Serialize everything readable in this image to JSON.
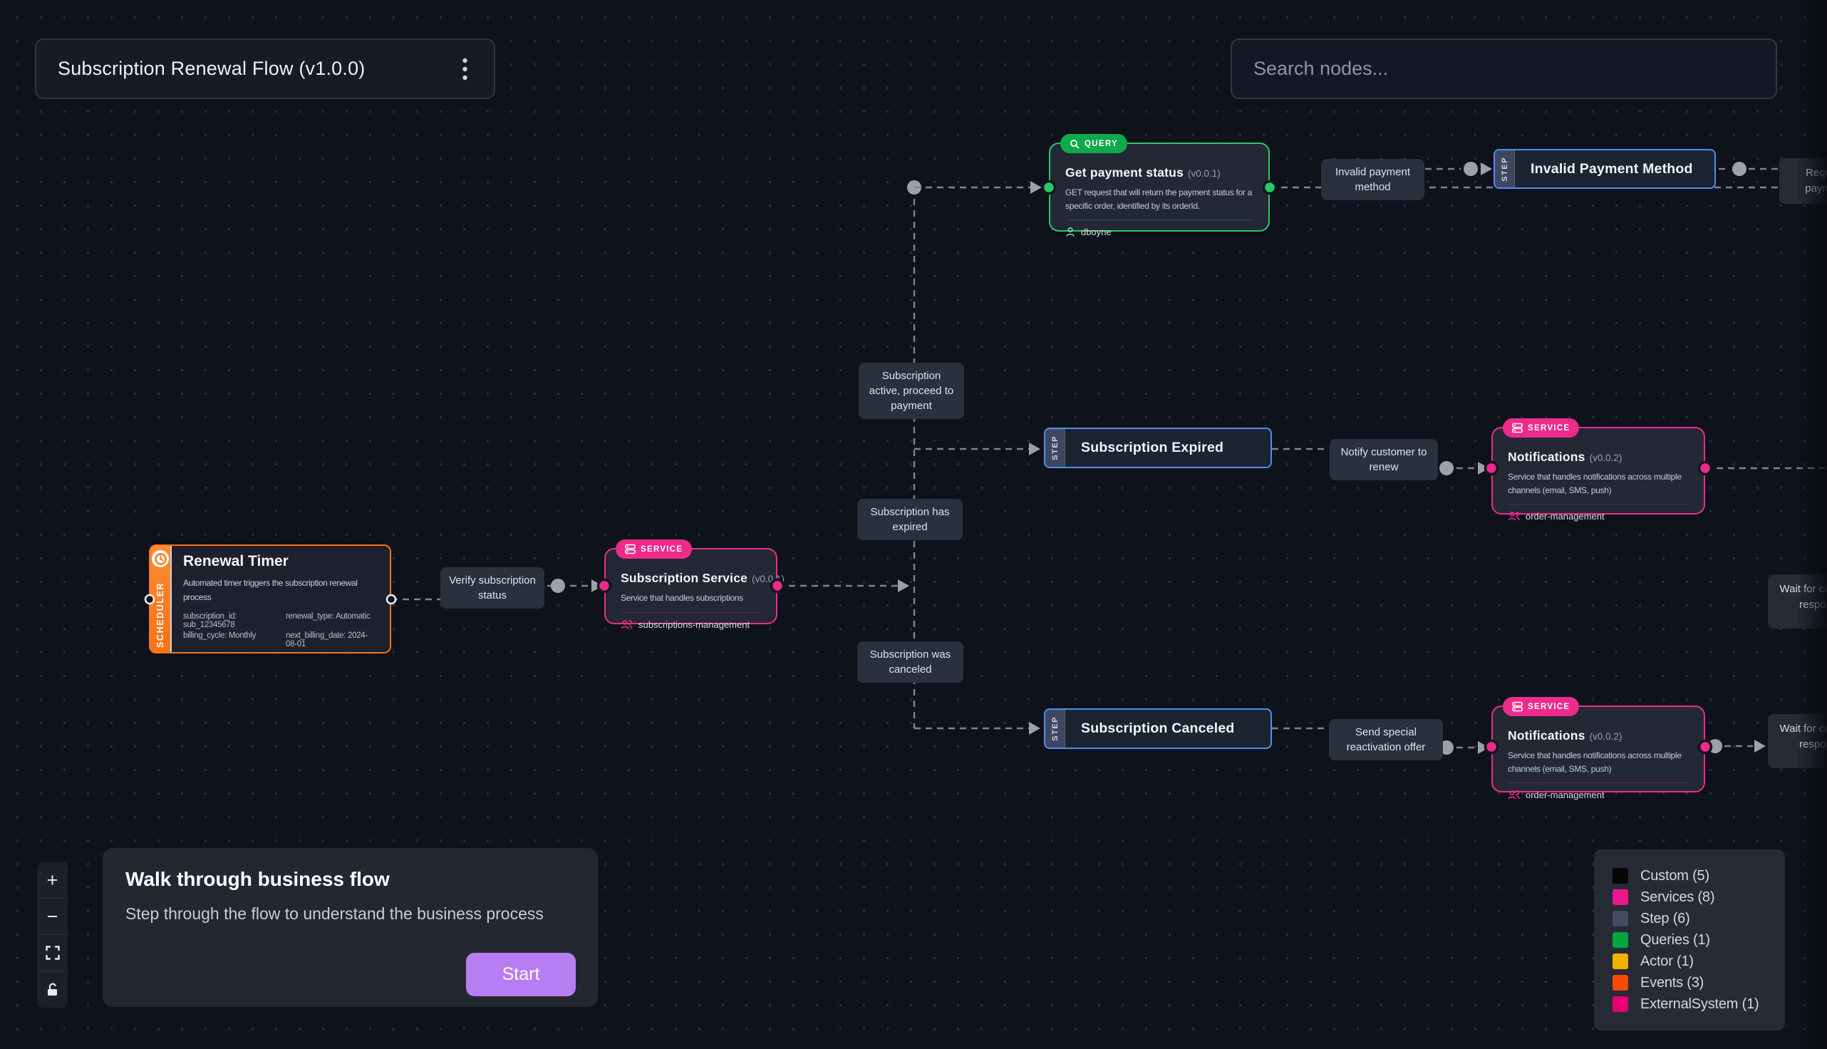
{
  "titlebar": {
    "title": "Subscription Renewal Flow (v1.0.0)"
  },
  "search": {
    "placeholder": "Search nodes..."
  },
  "nodes": {
    "renewal_timer": {
      "sidebar_label": "SCHEDULER",
      "title": "Renewal Timer",
      "description": "Automated timer triggers the subscription renewal process",
      "fields": [
        "subscription_id: sub_12345678",
        "billing_cycle: Monthly",
        "renewal_type: Automatic",
        "next_billing_date: 2024-08-01"
      ]
    },
    "subscription_service": {
      "badge": "SERVICE",
      "title": "Subscription Service",
      "version": "(v0.0.1)",
      "description": "Service that handles subscriptions",
      "owner": "subscriptions-management"
    },
    "get_payment_status": {
      "badge": "QUERY",
      "title": "Get payment status",
      "version": "(v0.0.1)",
      "description": "GET request that will return the payment status for a specific order, identified by its orderId.",
      "owner": "dboyne"
    },
    "notifications_top": {
      "badge": "SERVICE",
      "title": "Notifications",
      "version": "(v0.0.2)",
      "description": "Service that handles notifications across multiple channels (email, SMS, push)",
      "owner": "order-management"
    },
    "notifications_bottom": {
      "badge": "SERVICE",
      "title": "Notifications",
      "version": "(v0.0.2)",
      "description": "Service that handles notifications across multiple channels (email, SMS, push)",
      "owner": "order-management"
    },
    "invalid_payment_method": {
      "sidebar_label": "STEP",
      "title": "Invalid Payment Method"
    },
    "subscription_expired": {
      "sidebar_label": "STEP",
      "title": "Subscription Expired"
    },
    "subscription_canceled": {
      "sidebar_label": "STEP",
      "title": "Subscription Canceled"
    },
    "request_payment": {
      "title": "Request payment"
    },
    "wait_customer_top": {
      "title": "Wait for customer response"
    },
    "wait_customer_bottom": {
      "title": "Wait for customer response"
    }
  },
  "edge_labels": {
    "verify": "Verify subscription status",
    "active": "Subscription active, proceed to payment",
    "expired": "Subscription has expired",
    "canceled": "Subscription was canceled",
    "invalid": "Invalid payment method",
    "notify": "Notify customer to renew",
    "reactivation": "Send special reactivation offer"
  },
  "walkthrough": {
    "title": "Walk through business flow",
    "description": "Step through the flow to understand the business process",
    "start_label": "Start"
  },
  "legend": [
    {
      "label": "Custom (5)",
      "color": "#050505"
    },
    {
      "label": "Services (8)",
      "color": "#ec188b"
    },
    {
      "label": "Step (6)",
      "color": "#414c61"
    },
    {
      "label": "Queries (1)",
      "color": "#00a63e"
    },
    {
      "label": "Actor (1)",
      "color": "#f0b100"
    },
    {
      "label": "Events (3)",
      "color": "#f54a00"
    },
    {
      "label": "ExternalSystem (1)",
      "color": "#e60076"
    }
  ],
  "colors": {
    "background": "#0e121b",
    "service_accent": "#ee2b8c",
    "query_accent": "#2bc764",
    "step_accent": "#4f8ef2",
    "scheduler_accent": "#f97316",
    "start_button": "#b77df3",
    "edge": "#7c8492"
  }
}
